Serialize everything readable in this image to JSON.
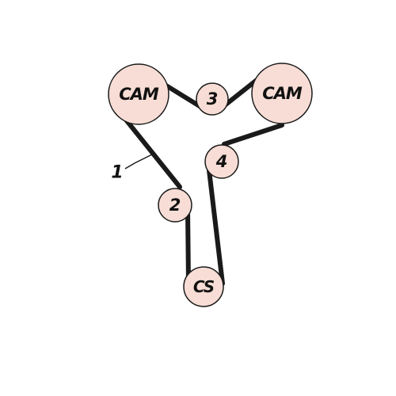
{
  "diagram": {
    "pulleys": {
      "cam_left": "CAM",
      "cam_right": "CAM",
      "idler_3": "3",
      "idler_4": "4",
      "idler_2": "2",
      "crankshaft": "CS"
    },
    "callout": "1",
    "colors": {
      "pulley_fill": "#f7ddd5",
      "belt": "#1a1a1a"
    }
  }
}
